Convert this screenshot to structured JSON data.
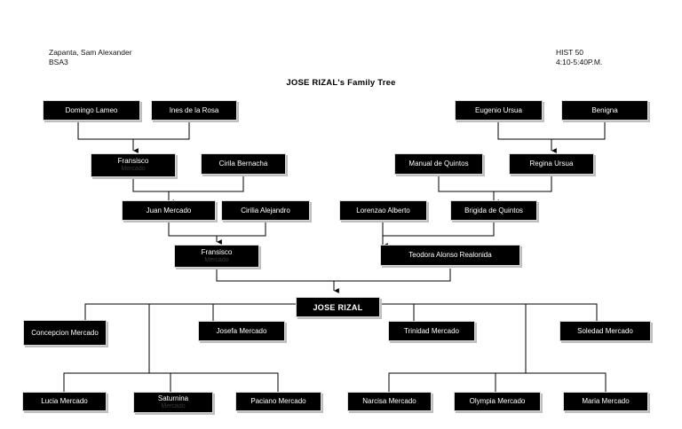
{
  "header": {
    "left": "Zapanta, Sam Alexander\nBSA3",
    "right": "HIST 50\n4:10-5:40P.M."
  },
  "title": "JOSE RIZAL's Family Tree",
  "nodes": {
    "domingo_lameo": "Domingo Lameo",
    "ines_de_la_rosa": "Ines de la Rosa",
    "eugenio_ursua": "Eugenio Ursua",
    "benigna": "Benigna",
    "fransisco_1": "Fransisco",
    "cirila_bernacha": "Cirila Bernacha",
    "manual_de_quintos": "Manual de Quintos",
    "regina_ursua": "Regina Ursua",
    "juan_mercado": "Juan Mercado",
    "cirilia_alejandro": "Cirilia Alejandro",
    "lorenzao_alberto": "Lorenzao Alberto",
    "brigida_de_quintos": "Brigida de Quintos",
    "fransisco_2": "Fransisco",
    "teodora_alonso_realonida": "Teodora Alonso Realonida",
    "jose_rizal": "JOSE RIZAL",
    "concepcion_mercado": "Concepcion Mercado",
    "josefa_mercado": "Josefa Mercado",
    "trinidad_mercado": "Trinidad Mercado",
    "soledad_mercado": "Soledad Mercado",
    "lucia_mercado": "Lucia Mercado",
    "saturnina": "Saturnina",
    "paciano_mercado": "Paciano Mercado",
    "narcisa_mercado": "Narcisa Mercado",
    "olympia_mercado": "Olympia Mercado",
    "maria_mercado": "Maria Mercado"
  },
  "colors": {
    "node_fill": "#000000",
    "node_text": "#ffffff",
    "node_border": "#d9d9d9",
    "node_shadow": "#bfbfbf",
    "connector": "#000000",
    "page_background": "#ffffff"
  }
}
